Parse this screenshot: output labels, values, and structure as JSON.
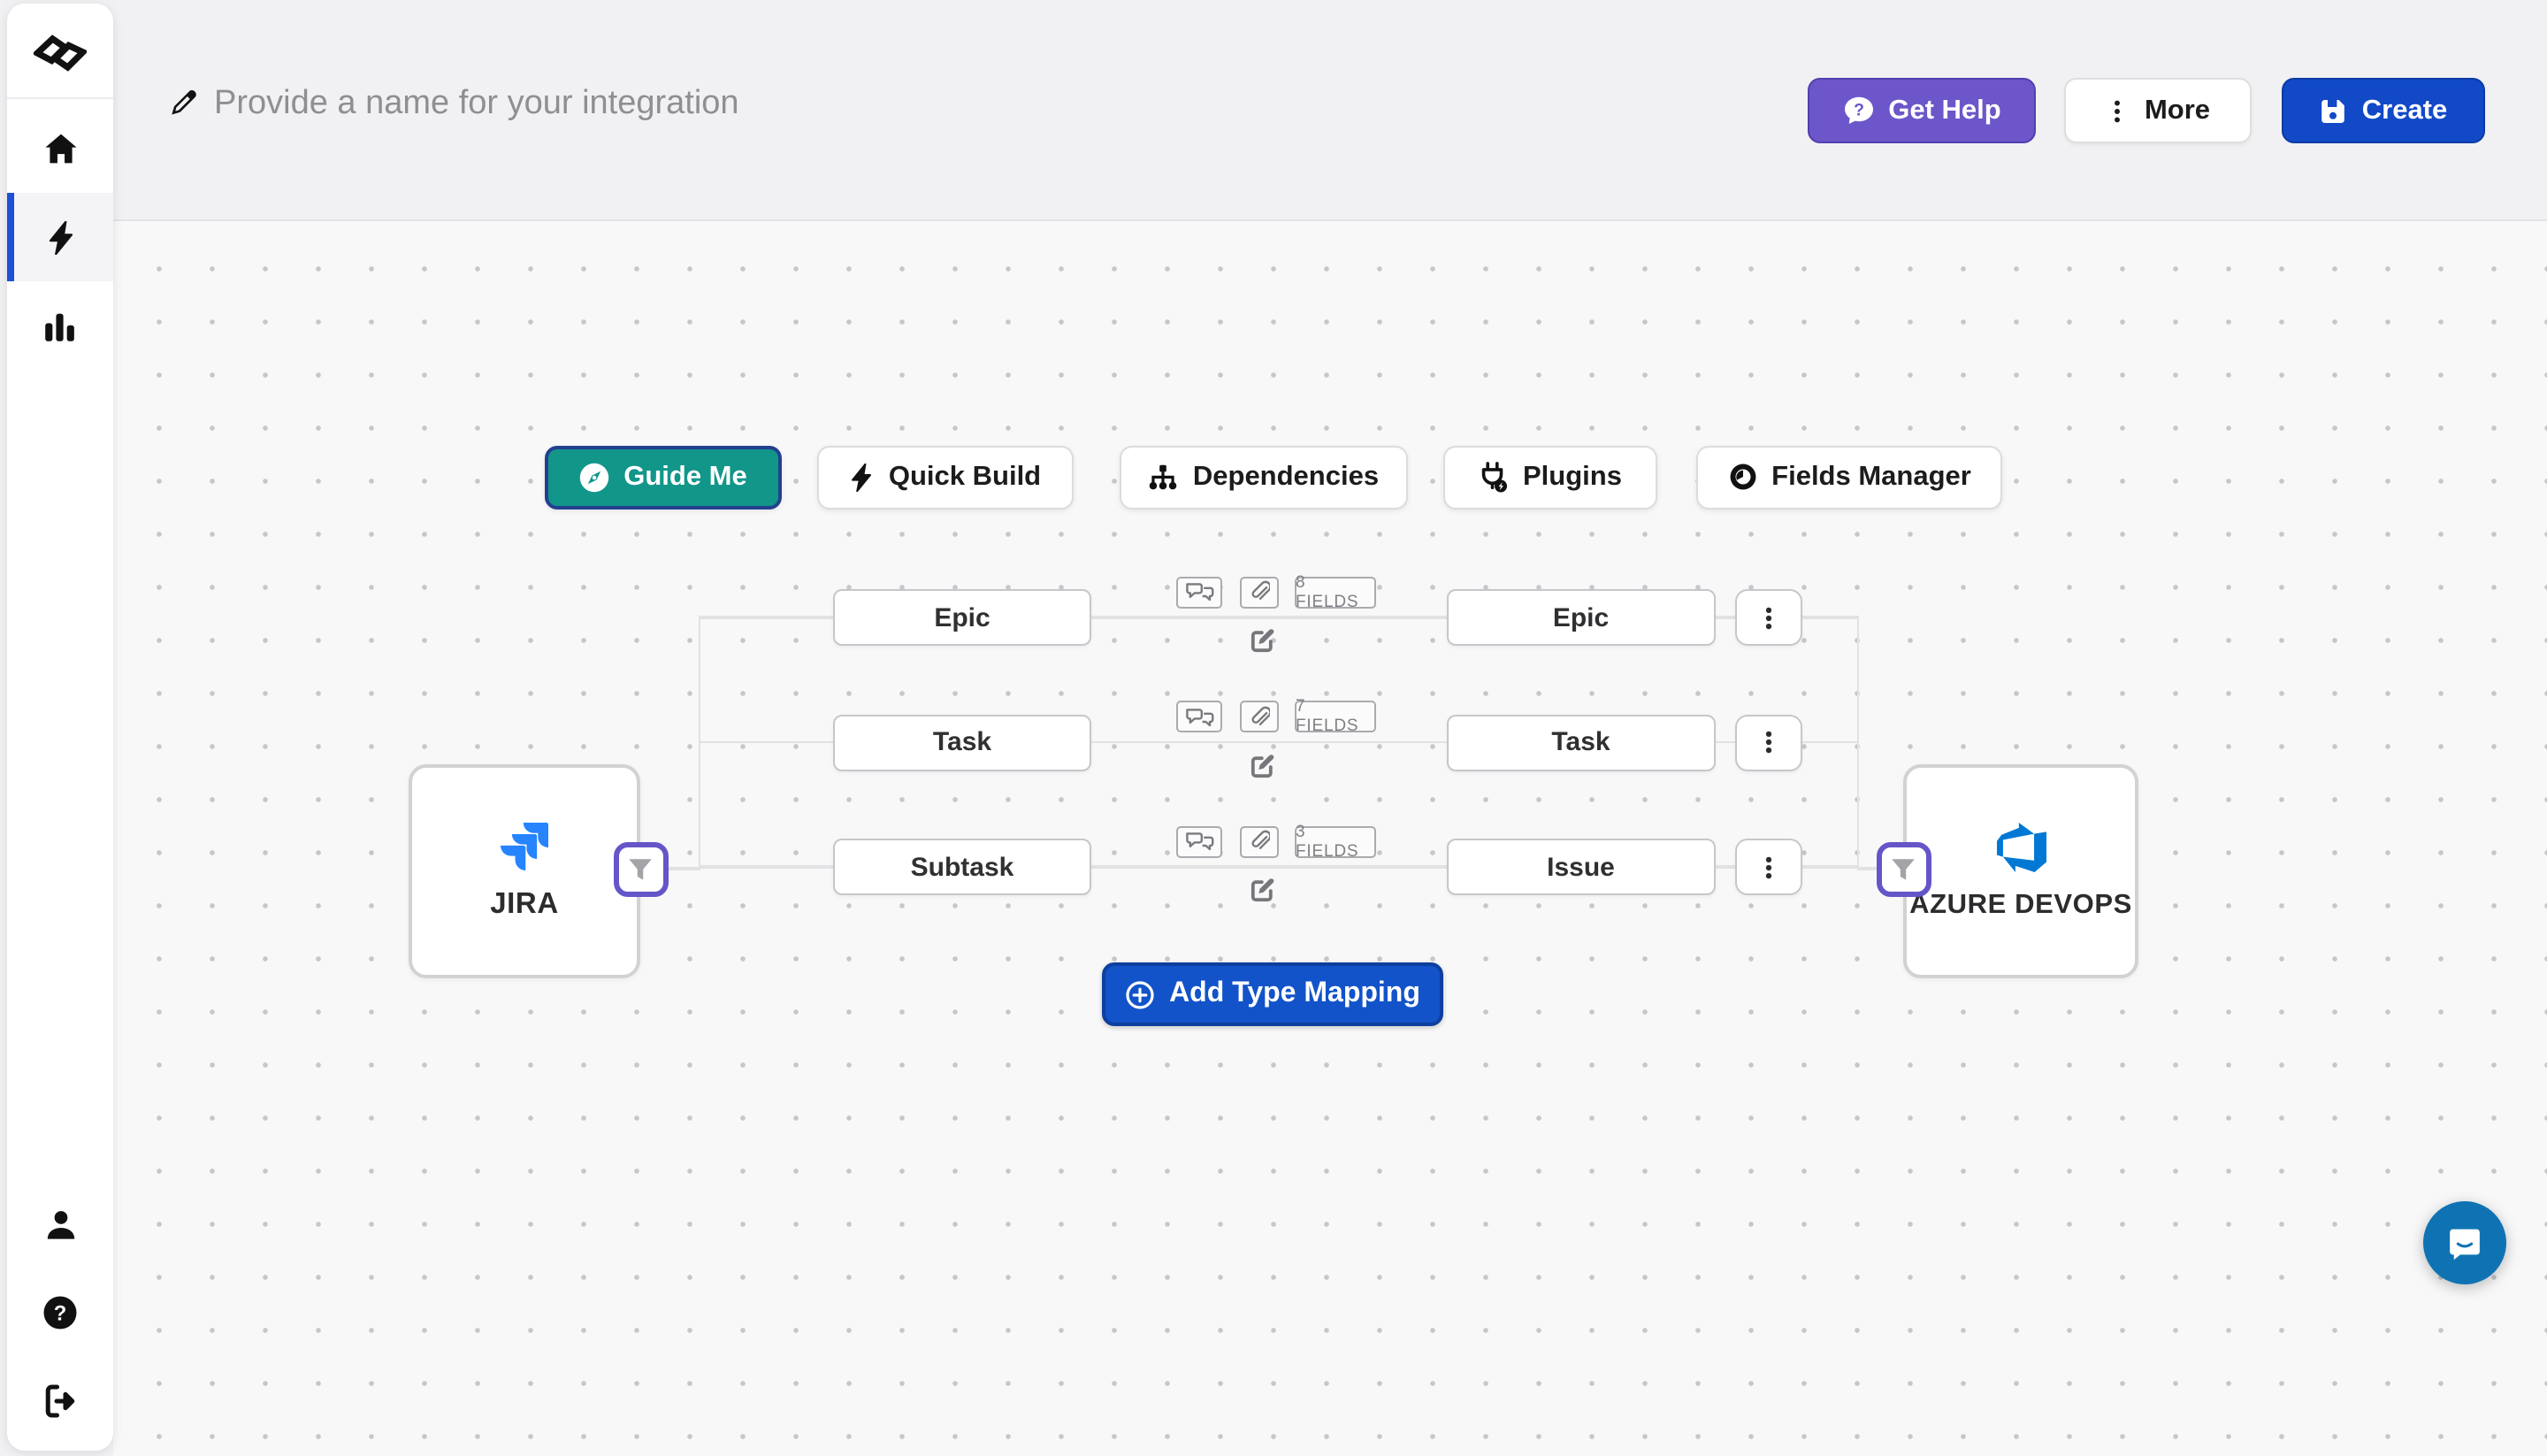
{
  "header": {
    "integration_name_placeholder": "Provide a name for your integration",
    "get_help_label": "Get Help",
    "more_label": "More",
    "create_label": "Create"
  },
  "toolbar": {
    "guide_me": "Guide Me",
    "quick_build": "Quick Build",
    "dependencies": "Dependencies",
    "plugins": "Plugins",
    "fields_manager": "Fields Manager"
  },
  "diagram": {
    "source_node": {
      "label": "JIRA"
    },
    "target_node": {
      "label": "AZURE DEVOPS"
    },
    "mappings": [
      {
        "source_type": "Epic",
        "target_type": "Epic",
        "fields_badge": "8 FIELDS"
      },
      {
        "source_type": "Task",
        "target_type": "Task",
        "fields_badge": "7 FIELDS"
      },
      {
        "source_type": "Subtask",
        "target_type": "Issue",
        "fields_badge": "3 FIELDS"
      }
    ],
    "add_type_mapping_label": "Add Type Mapping"
  },
  "colors": {
    "accent_blue": "#1149c7",
    "purple": "#6d56c9",
    "teal": "#12968a",
    "active_nav_blue": "#1d4fd8",
    "jira_blue": "#2684FF",
    "azure_blue": "#0078d4",
    "chat_bubble_blue": "#0f73b3"
  }
}
